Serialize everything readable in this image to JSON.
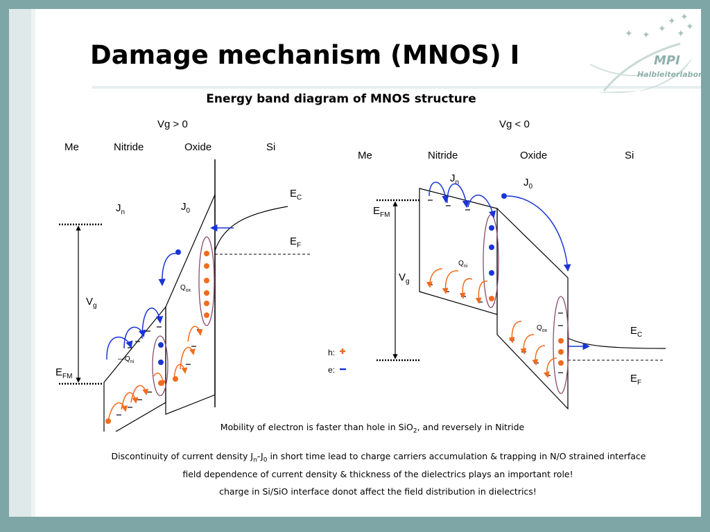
{
  "slide": {
    "title": "Damage mechanism (MNOS) I",
    "subtitle": "Energy band diagram of MNOS structure"
  },
  "logo": {
    "name": "MPI",
    "subname": "Halbleiterlabor"
  },
  "left_diagram": {
    "condition": "Vg > 0",
    "regions": [
      "Me",
      "Nitride",
      "Oxide",
      "Si"
    ],
    "jn": "J",
    "jn_sub": "n",
    "j0": "J",
    "j0_sub": "0",
    "ec": "E",
    "ec_sub": "C",
    "ef": "E",
    "ef_sub": "F",
    "efm": "E",
    "efm_sub": "FM",
    "vg": "V",
    "vg_sub": "g",
    "qox": "Q",
    "qox_sub": "ox",
    "qni": "Q",
    "qni_sub": "ni"
  },
  "right_diagram": {
    "condition": "Vg < 0",
    "regions": [
      "Me",
      "Nitride",
      "Oxide",
      "Si"
    ],
    "jn": "J",
    "jn_sub": "n",
    "j0": "J",
    "j0_sub": "0",
    "ec": "E",
    "ec_sub": "C",
    "ef": "E",
    "ef_sub": "F",
    "efm": "E",
    "efm_sub": "FM",
    "vg": "V",
    "vg_sub": "g",
    "qox": "Q",
    "qox_sub": "ox",
    "qni": "Q",
    "qni_sub": "ni"
  },
  "legend": {
    "hole_label": "h:",
    "electron_label": "e:"
  },
  "colors": {
    "electron": "#1a35d6",
    "hole": "#f26b1d",
    "ellipse": "#8a4a6a",
    "background": "#7fa6a7"
  },
  "captions": {
    "mobility_pre": "Mobility of electron is faster than hole in SiO",
    "mobility_sub": "2",
    "mobility_post": ", and reversely in Nitride",
    "disc_pre": "Discontinuity of current density J",
    "disc_sub1": "n",
    "disc_mid": "-J",
    "disc_sub2": "0",
    "disc_post": " in short time lead to charge carriers accumulation & trapping in N/O strained interface",
    "line3": "field dependence of current density & thickness of the dielectrics plays an important role!",
    "line4": "charge in Si/SiO interface donot affect the field distribution in dielectrics!"
  }
}
